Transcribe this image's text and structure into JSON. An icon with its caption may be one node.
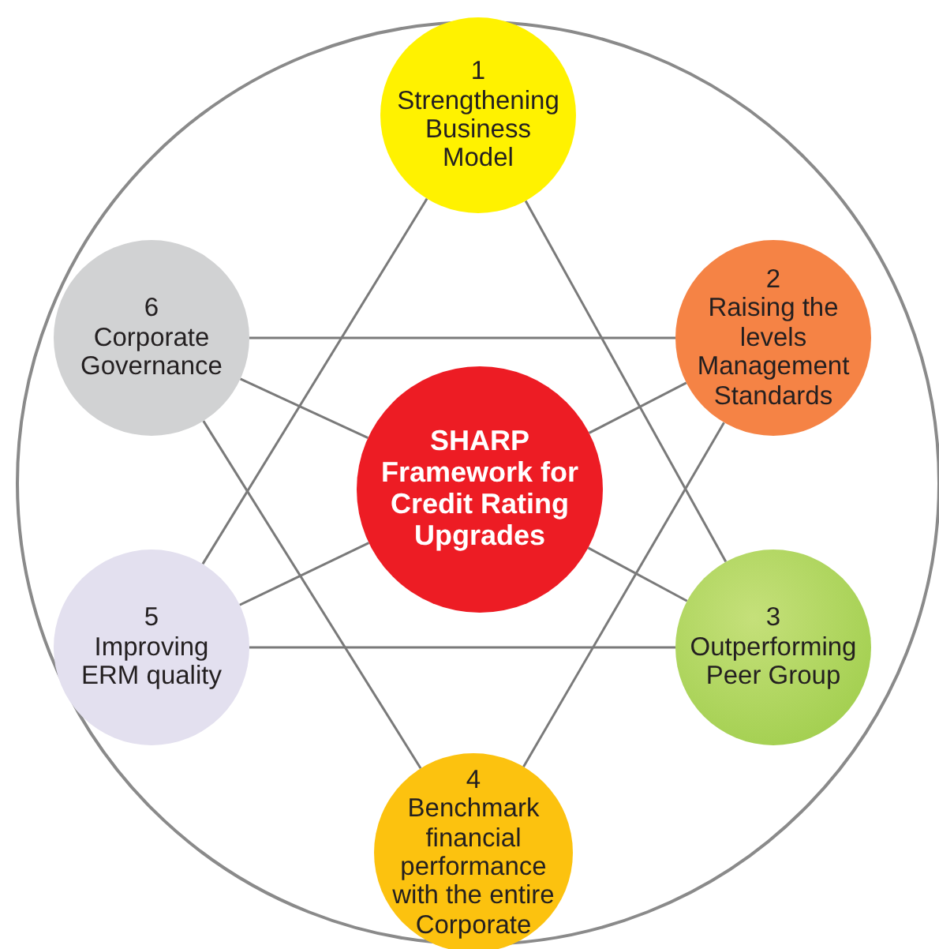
{
  "diagram": {
    "nodes": [
      {
        "text": [
          "1",
          "Strengthening Business Model"
        ]
      },
      {
        "text": [
          "2",
          "Raising the levels Management Standards"
        ]
      },
      {
        "text": [
          "3",
          "Outperforming Peer Group"
        ]
      },
      {
        "text": [
          "4",
          "Benchmark financial performance with the entire Corporate"
        ]
      },
      {
        "text": [
          "5",
          "Improving ERM quality"
        ]
      },
      {
        "text": [
          "6",
          "Corporate Governance"
        ]
      },
      {
        "text": [
          "SHARP Framework for Credit Rating Upgrades"
        ]
      }
    ],
    "edges": [
      {
        "from": 0,
        "to": 2,
        "arrow": "none"
      },
      {
        "from": 0,
        "to": 4,
        "arrow": "none"
      },
      {
        "from": 2,
        "to": 4,
        "arrow": "none"
      },
      {
        "from": 5,
        "to": 1,
        "arrow": "none"
      },
      {
        "from": 5,
        "to": 3,
        "arrow": "none"
      },
      {
        "from": 1,
        "to": 3,
        "arrow": "none"
      },
      {
        "from": 6,
        "to": 5,
        "arrow": "none"
      },
      {
        "from": 6,
        "to": 1,
        "arrow": "none"
      },
      {
        "from": 6,
        "to": 2,
        "arrow": "none"
      },
      {
        "from": 6,
        "to": 4,
        "arrow": "none"
      }
    ]
  }
}
